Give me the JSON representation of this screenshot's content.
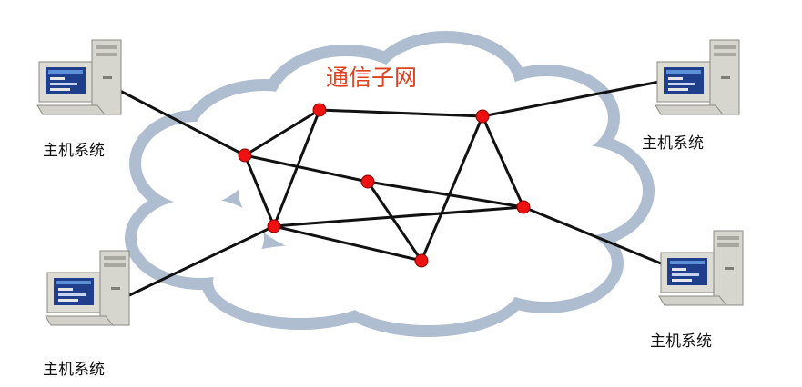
{
  "diagram": {
    "title": "通信子网",
    "host_label": "主机系统",
    "colors": {
      "title": "#e0401e",
      "node": "#ee1111",
      "link": "#111111",
      "cloud": "#aebdcf"
    },
    "hosts": [
      {
        "id": "host-top-left",
        "label": "主机系统"
      },
      {
        "id": "host-bottom-left",
        "label": "主机系统"
      },
      {
        "id": "host-top-right",
        "label": "主机系统"
      },
      {
        "id": "host-bottom-right",
        "label": "主机系统"
      }
    ],
    "nodes": [
      "n1",
      "n2",
      "n3",
      "n4",
      "n5",
      "n6",
      "n7"
    ],
    "links": [
      [
        "n1",
        "n2"
      ],
      [
        "n1",
        "n3"
      ],
      [
        "n2",
        "n3"
      ],
      [
        "n2",
        "n4"
      ],
      [
        "n4",
        "n7"
      ],
      [
        "n4",
        "n5"
      ],
      [
        "n5",
        "n6"
      ],
      [
        "n1",
        "n6"
      ],
      [
        "n3",
        "n5"
      ],
      [
        "n3",
        "n7"
      ],
      [
        "n6",
        "n7"
      ]
    ],
    "host_links": [
      [
        "host-top-left",
        "n1"
      ],
      [
        "host-bottom-left",
        "n3"
      ],
      [
        "host-top-right",
        "n4"
      ],
      [
        "host-bottom-right",
        "n5"
      ]
    ]
  }
}
